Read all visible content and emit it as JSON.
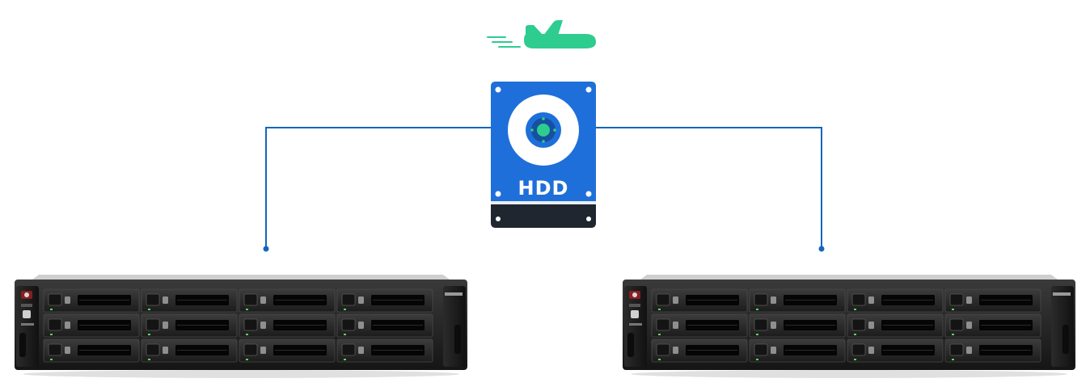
{
  "hdd": {
    "label": "HDD"
  },
  "colors": {
    "connector_line": "#1565c0",
    "hdd_body": "#1e6fd9",
    "hdd_base": "#1f2630",
    "hdd_disc_center": "#2ecc8f",
    "airplane": "#2ecc8f",
    "nas_chassis": "#1a1a1a",
    "nas_drive_tray": "#2a2a2a"
  },
  "icons": {
    "transfer": "airplane-icon",
    "drive": "hard-drive-icon",
    "source_server": "nas-rack-server-icon",
    "target_server": "nas-rack-server-icon"
  },
  "servers": {
    "left": {
      "bays": 12,
      "rows": 3,
      "cols": 4
    },
    "right": {
      "bays": 12,
      "rows": 3,
      "cols": 4
    }
  }
}
